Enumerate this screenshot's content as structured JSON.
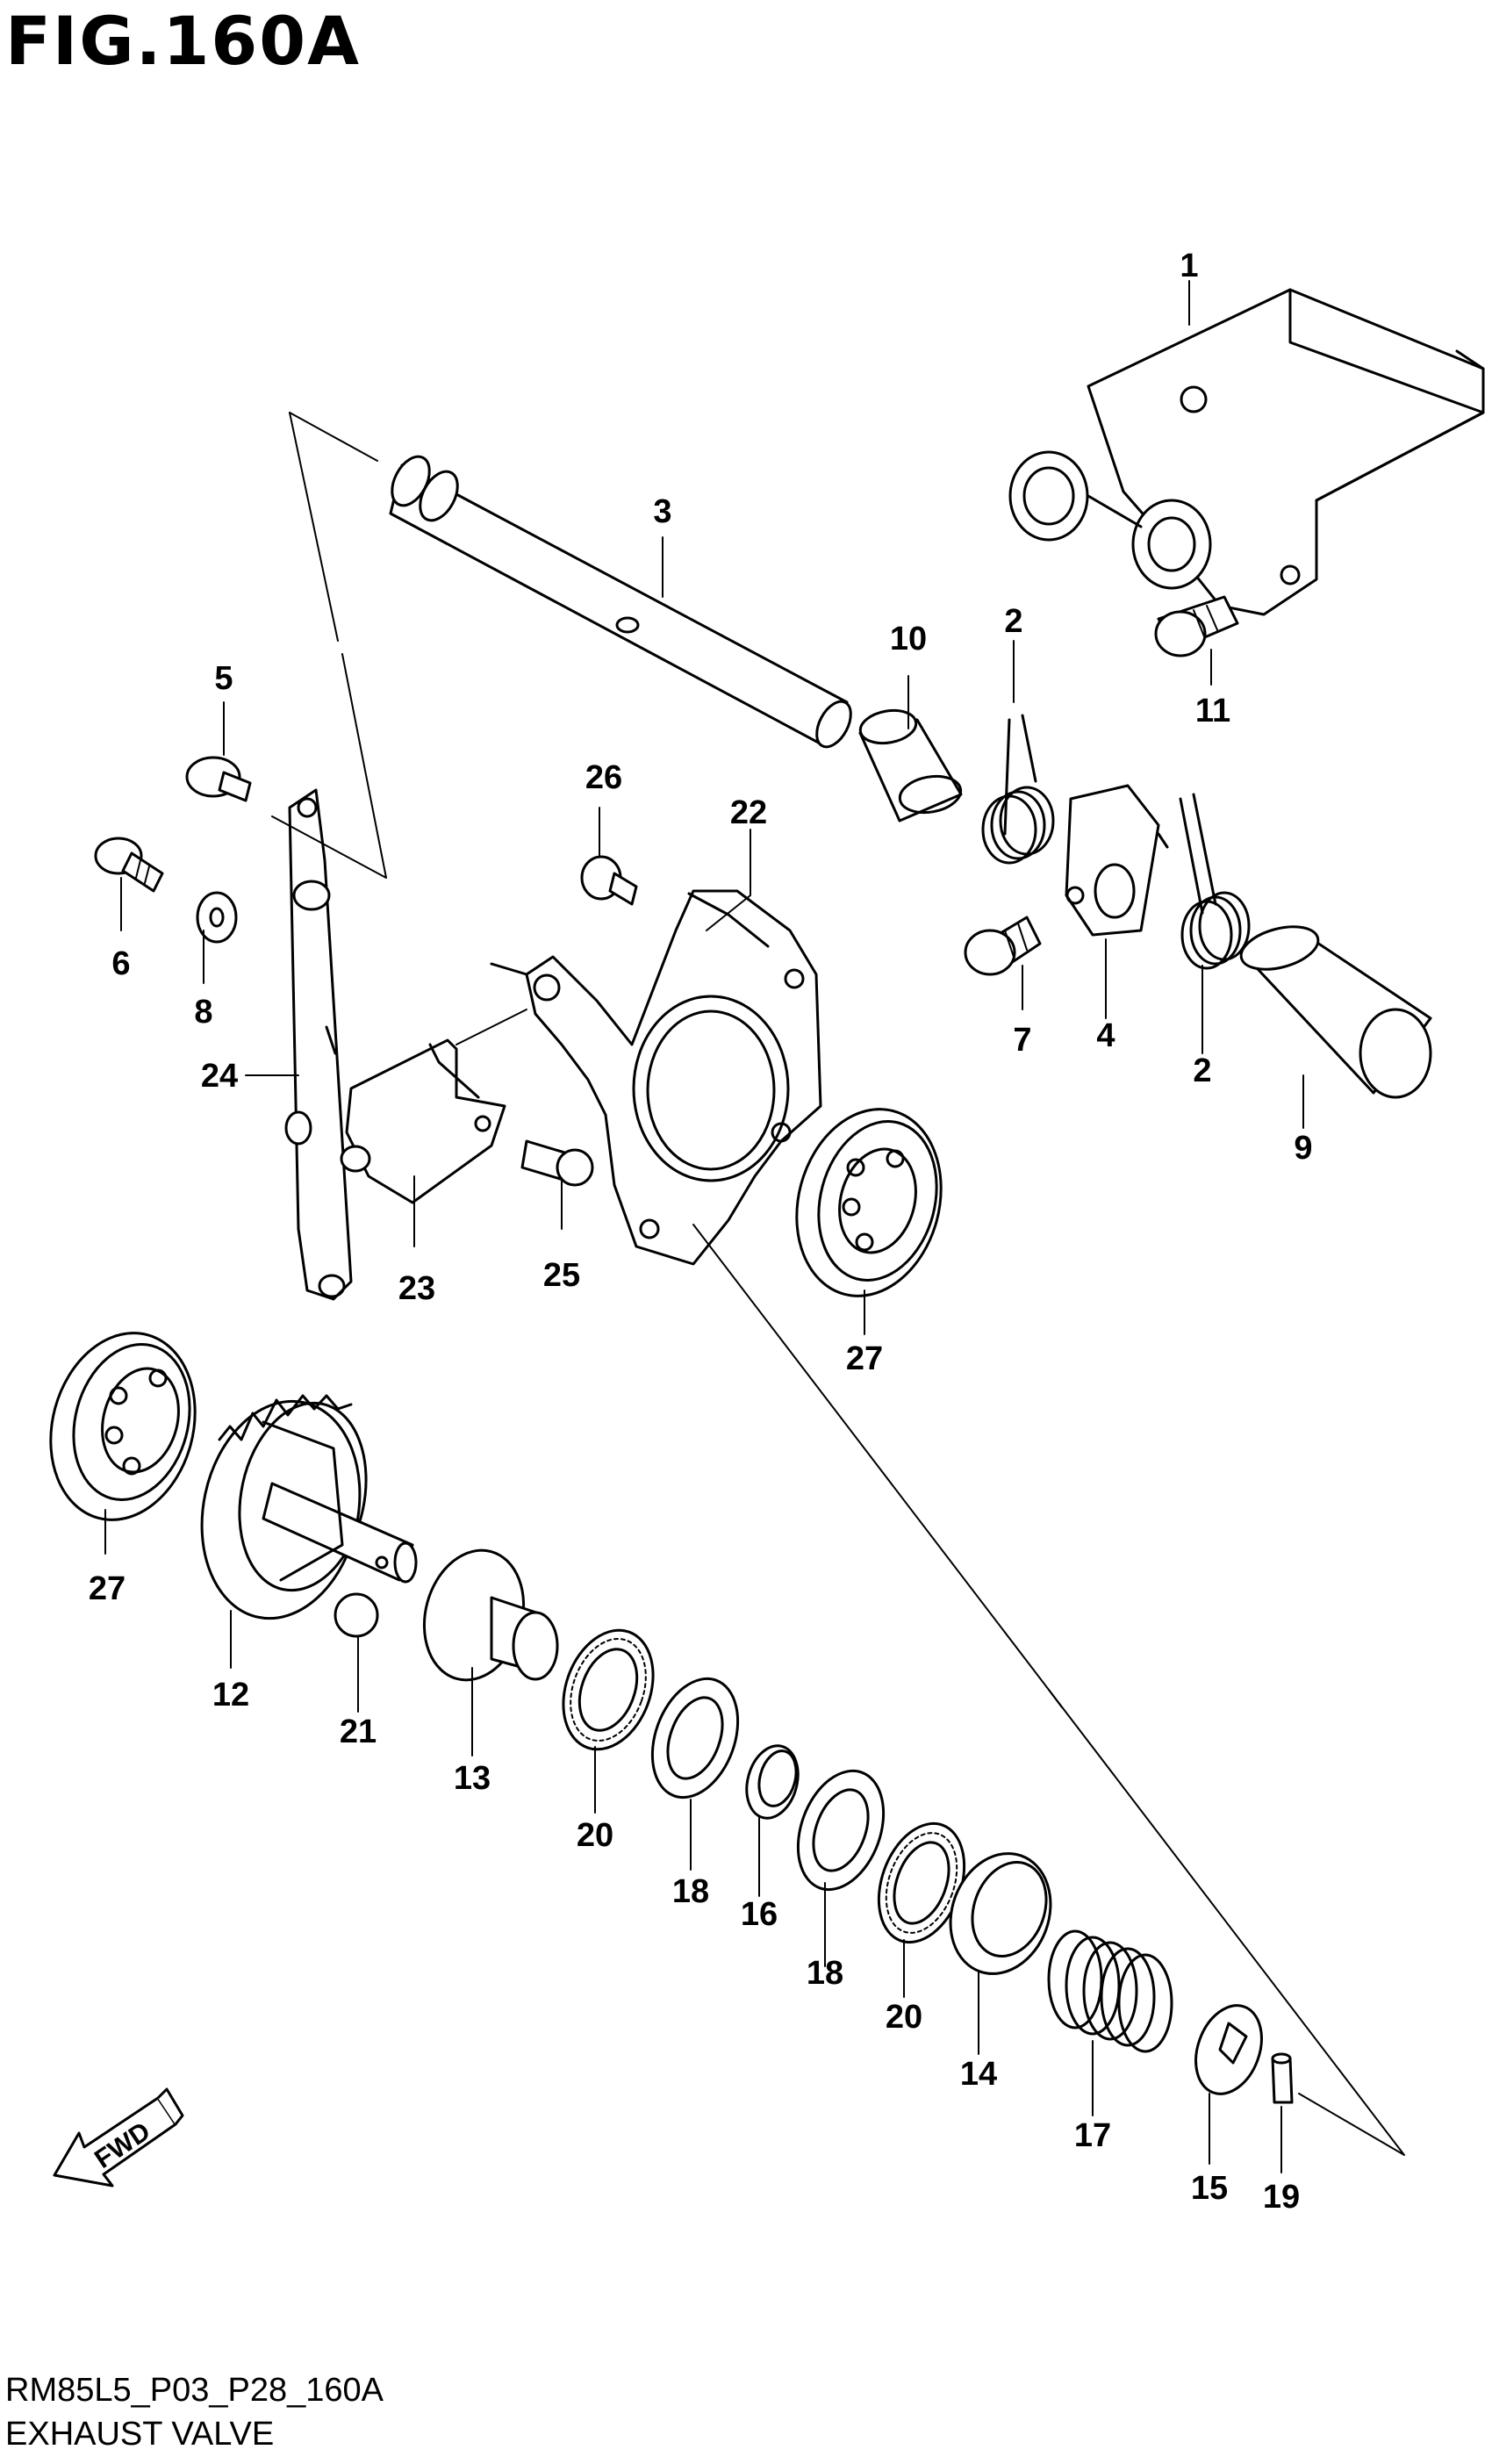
{
  "figure_title": "FIG.160A",
  "footer": {
    "code": "RM85L5_P03_P28_160A",
    "title": "EXHAUST VALVE"
  },
  "fwd_label": "FWD",
  "callouts": [
    "1",
    "2",
    "3",
    "4",
    "5",
    "6",
    "7",
    "8",
    "9",
    "10",
    "11",
    "12",
    "13",
    "14",
    "15",
    "16",
    "17",
    "18",
    "19",
    "20",
    "21",
    "22",
    "23",
    "24",
    "25",
    "26",
    "27"
  ]
}
